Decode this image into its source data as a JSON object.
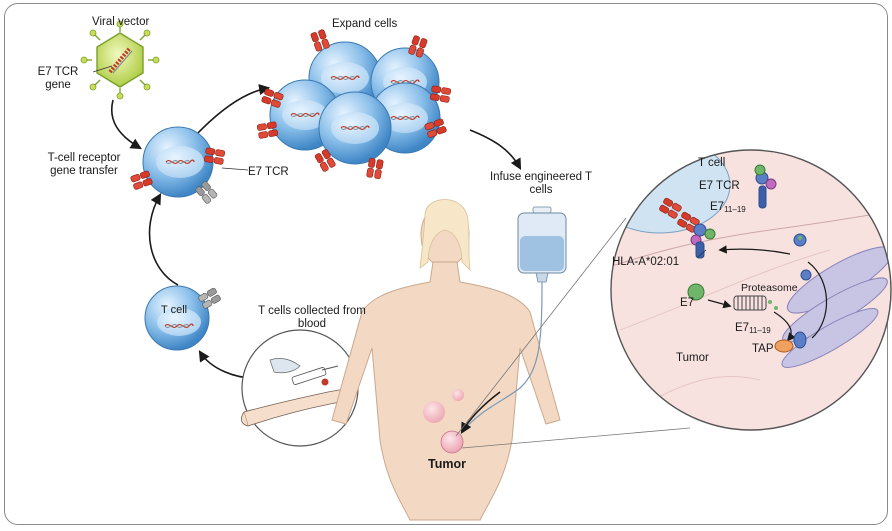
{
  "labels": {
    "viral_vector": "Viral vector",
    "e7_tcr_gene": "E7 TCR gene",
    "expand_cells": "Expand cells",
    "tcr_gene_transfer": "T-cell receptor gene transfer",
    "e7_tcr": "E7 TCR",
    "infuse": "Infuse engineered T cells",
    "t_cell_small": "T cell",
    "t_cells_collected": "T cells collected from blood",
    "tumor": "Tumor",
    "inset_t_cell": "T cell",
    "inset_e7_tcr": "E7 TCR",
    "inset_e7_epitope": "E7",
    "inset_e7_epitope_sub": "11–19",
    "inset_hla": "HLA-A*02:01",
    "inset_proteasome": "Proteasome",
    "inset_e7": "E7",
    "inset_e7_fragment": "E7",
    "inset_e7_fragment_sub": "11–19",
    "inset_tap": "TAP",
    "inset_tumor": "Tumor"
  },
  "colors": {
    "cell_blue": "#5ea0d8",
    "tcr_red": "#d63a2a",
    "vector_green": "#b8d64a",
    "skin": "#f3d9c3",
    "tumor_pink": "#f2b8c4",
    "inset_bg": "#f8e2e0"
  },
  "icons": [
    "viral-vector-icon",
    "t-cell-icon",
    "tcr-receptor-icon",
    "iv-bag-icon",
    "syringe-icon"
  ]
}
